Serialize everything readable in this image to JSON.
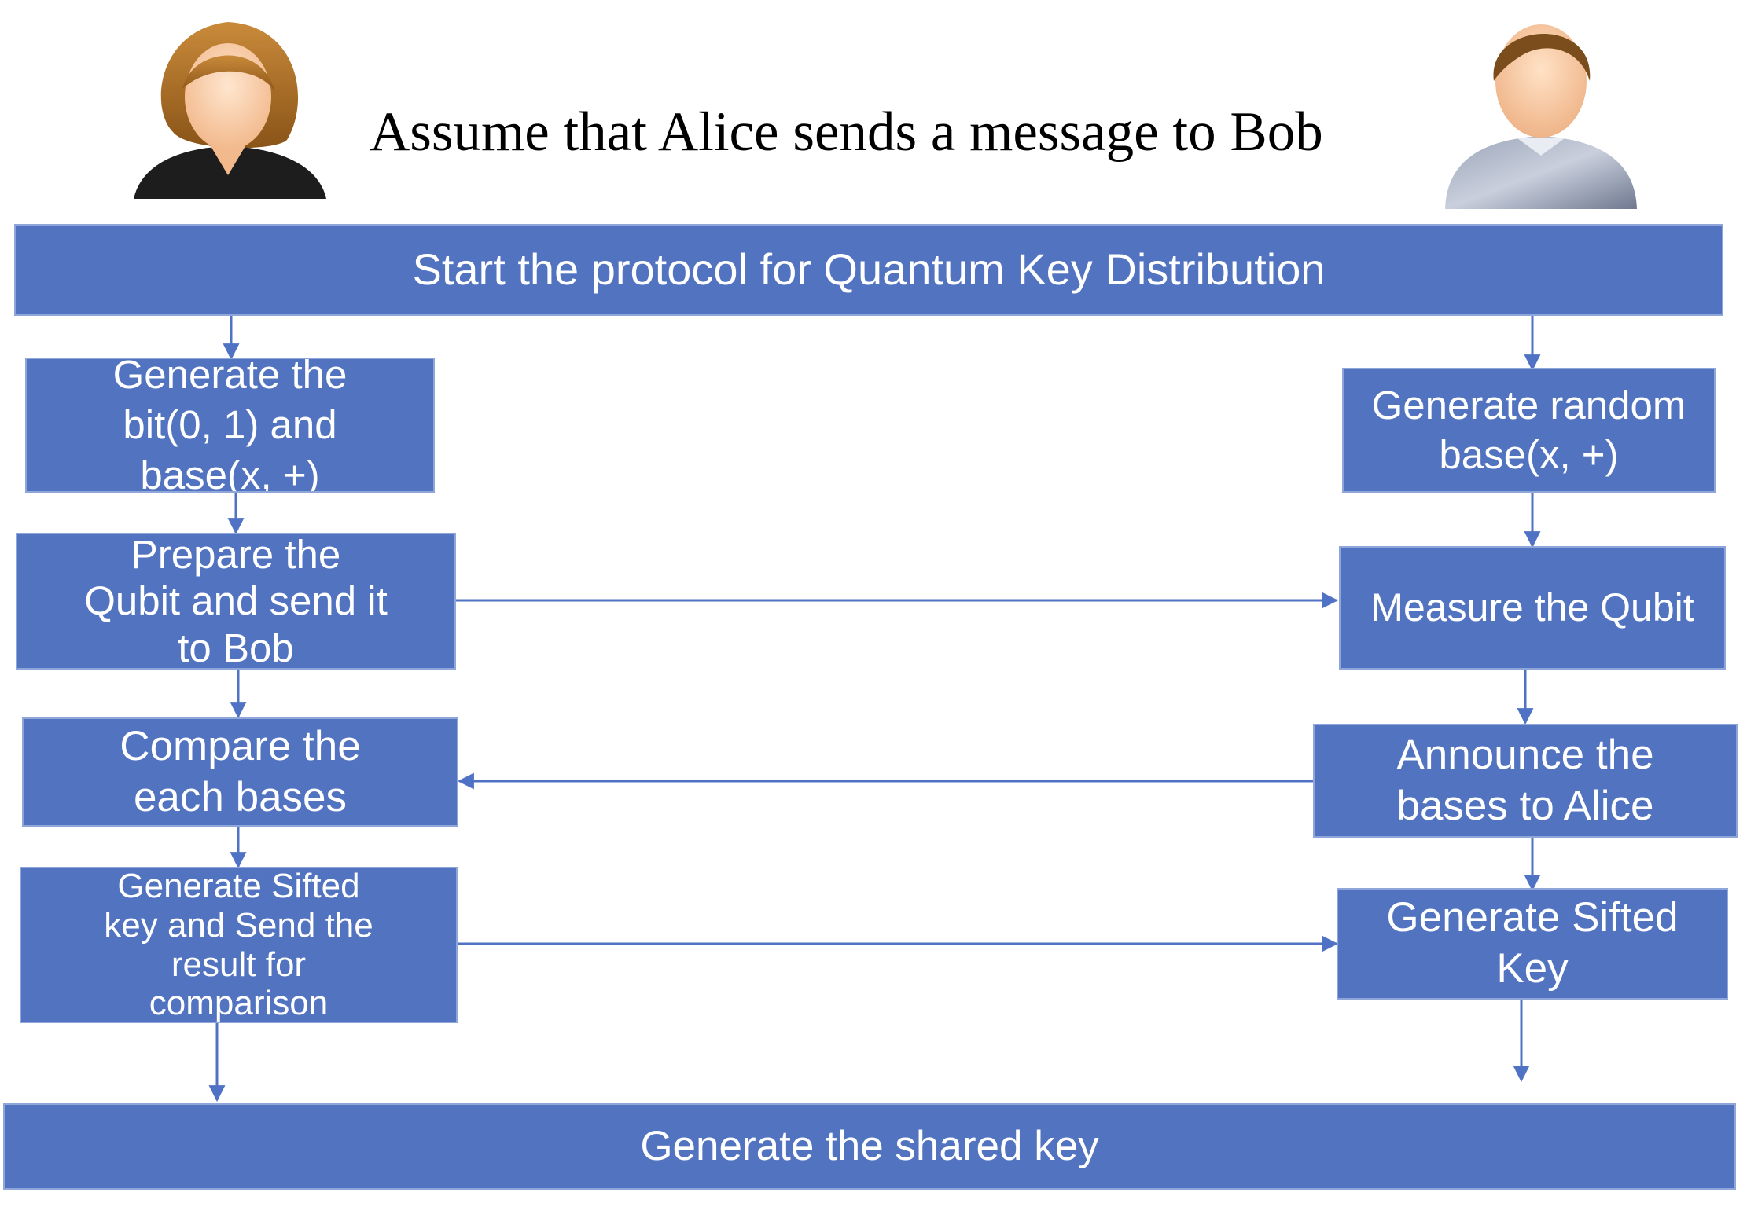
{
  "caption": "Assume that Alice sends a message to Bob",
  "colors": {
    "box_fill": "#5273c0",
    "box_border": "#8fa6db",
    "arrow": "#4f72c4",
    "text": "#ffffff"
  },
  "icons": {
    "alice": "alice-avatar-icon",
    "bob": "bob-avatar-icon"
  },
  "flow": {
    "start": "Start the protocol for Quantum Key Distribution",
    "alice": {
      "step1": "Generate the\nbit(0, 1) and\nbase(x, +)",
      "step2": "Prepare the\nQubit and send it\nto Bob",
      "step3": "Compare the\neach bases",
      "step4": "Generate Sifted\nkey and Send the\nresult for\ncomparison"
    },
    "bob": {
      "step1": "Generate random\nbase(x, +)",
      "step2": "Measure the Qubit",
      "step3": "Announce the\nbases to Alice",
      "step4": "Generate Sifted\nKey"
    },
    "end": "Generate the shared key"
  }
}
